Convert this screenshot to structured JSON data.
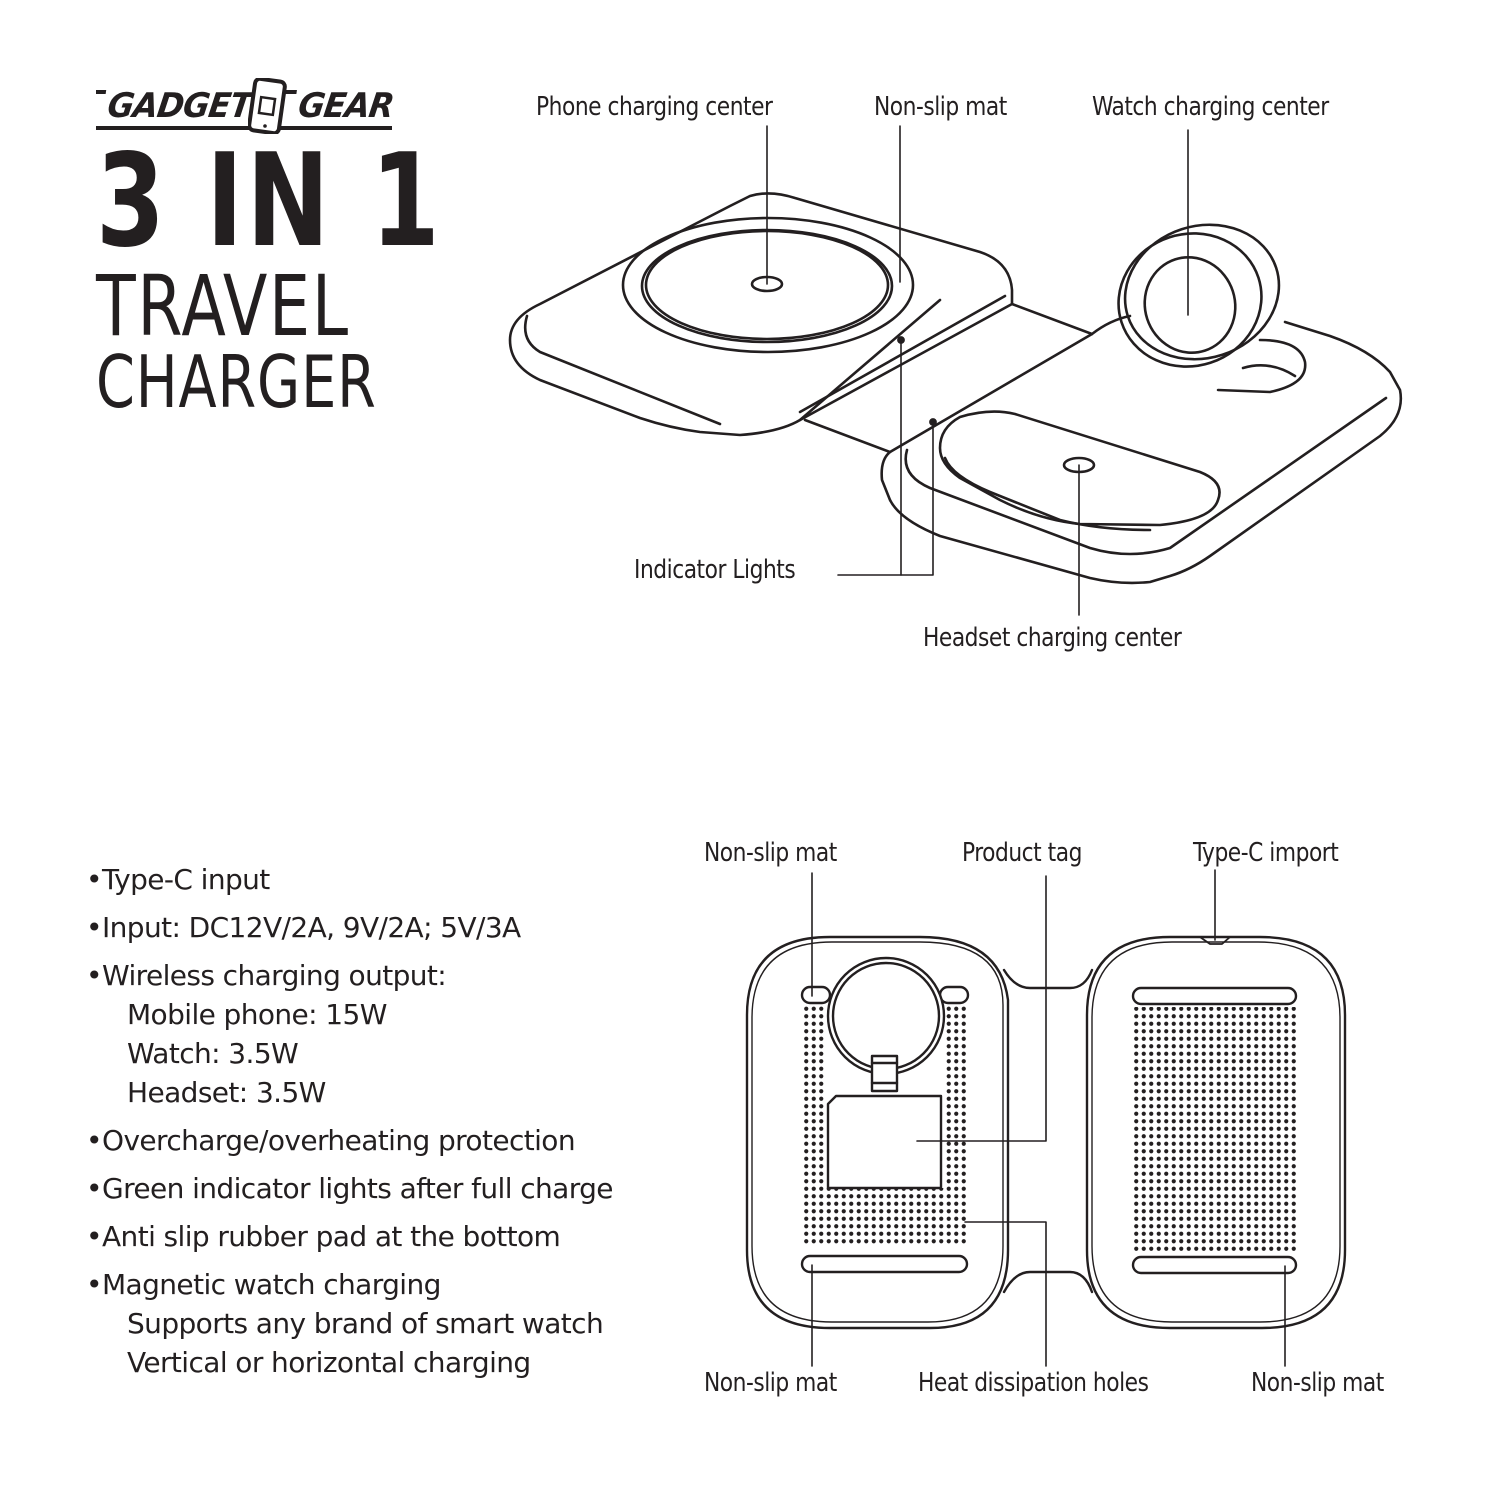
{
  "brand": {
    "word_left": "GADGET",
    "word_right": "GEAR",
    "logo_icon": "phone-battery-icon"
  },
  "title": {
    "line1": "3 IN 1",
    "line2": "TRAVEL",
    "line3": "CHARGER"
  },
  "top_diagram": {
    "labels": {
      "phone_center": "Phone charging center",
      "non_slip_mat": "Non-slip mat",
      "watch_center": "Watch charging center",
      "indicator_lights": "Indicator Lights",
      "headset_center": "Headset charging center"
    }
  },
  "bottom_diagram": {
    "labels": {
      "non_slip_mat_top": "Non-slip mat",
      "product_tag": "Product tag",
      "type_c_import": "Type-C import",
      "non_slip_mat_bottom_left": "Non-slip mat",
      "heat_dissipation_holes": "Heat dissipation holes",
      "non_slip_mat_bottom_right": "Non-slip mat"
    }
  },
  "specs": {
    "bullet_char": "•",
    "items": [
      {
        "text": "Type-C input",
        "sub": []
      },
      {
        "text": "Input: DC12V/2A, 9V/2A; 5V/3A",
        "sub": []
      },
      {
        "text": "Wireless charging output:",
        "sub": [
          "Mobile phone: 15W",
          "Watch: 3.5W",
          "Headset: 3.5W"
        ]
      },
      {
        "text": "Overcharge/overheating protection",
        "sub": []
      },
      {
        "text": "Green indicator lights after full charge",
        "sub": []
      },
      {
        "text": "Anti slip rubber pad at the bottom",
        "sub": []
      },
      {
        "text": "Magnetic watch charging",
        "sub": [
          "Supports any brand of smart watch",
          "Vertical or horizontal charging"
        ]
      }
    ]
  },
  "colors": {
    "ink": "#231f20",
    "background": "#ffffff"
  }
}
